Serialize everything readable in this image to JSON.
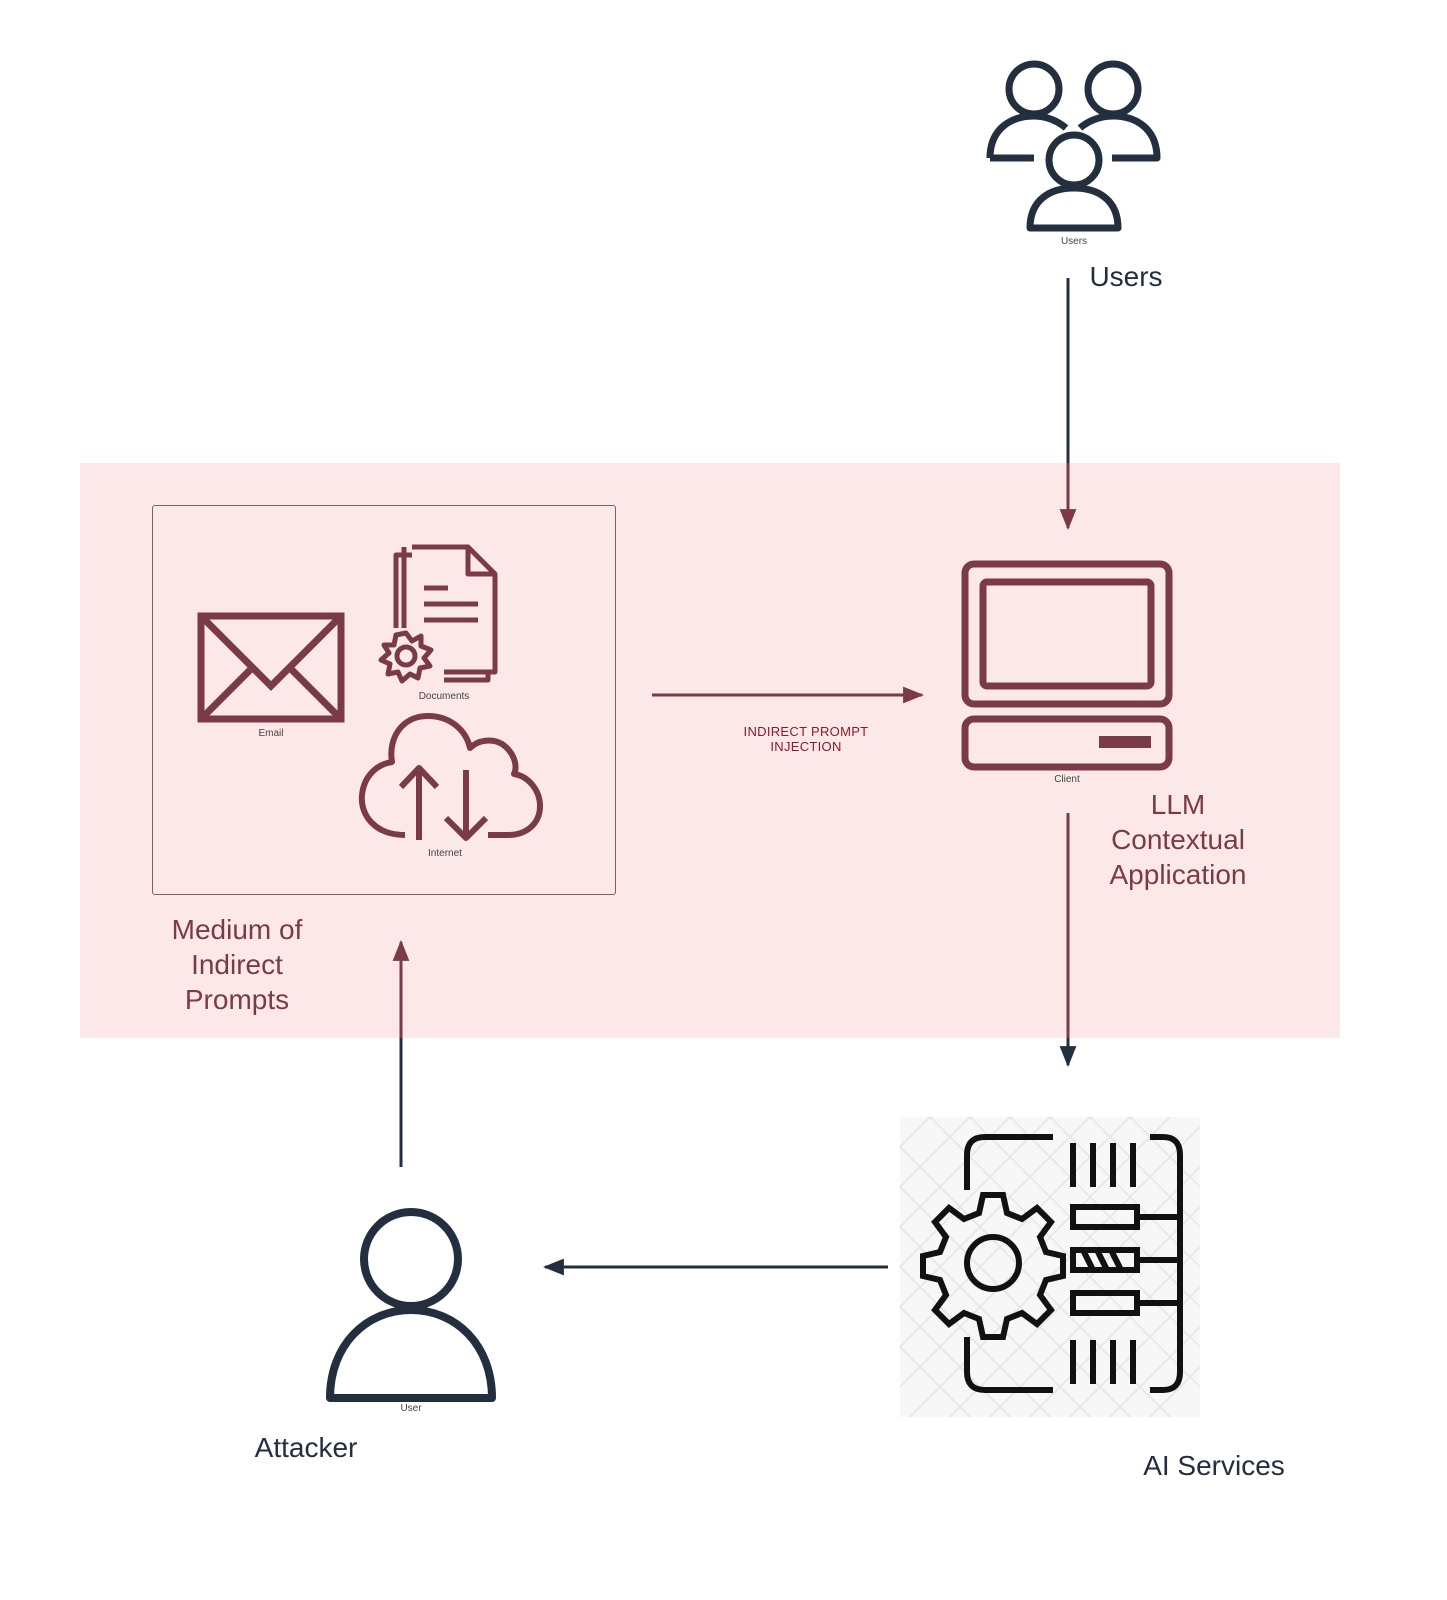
{
  "nodes": {
    "users": {
      "label": "Users",
      "icon_caption": "Users"
    },
    "medium": {
      "label": "Medium of\nIndirect\nPrompts",
      "items": [
        {
          "name": "email-icon",
          "caption": "Email"
        },
        {
          "name": "documents-icon",
          "caption": "Documents"
        },
        {
          "name": "internet-cloud-icon",
          "caption": "Internet"
        }
      ]
    },
    "client": {
      "label": "LLM\nContextual\nApplication",
      "icon_caption": "Client"
    },
    "ai_services": {
      "label": "AI Services"
    },
    "attacker": {
      "label": "Attacker",
      "icon_caption": "User"
    }
  },
  "edges": [
    {
      "from": "users",
      "to": "client",
      "label": ""
    },
    {
      "from": "medium",
      "to": "client",
      "label": "INDIRECT PROMPT\nINJECTION"
    },
    {
      "from": "client",
      "to": "ai_services",
      "label": ""
    },
    {
      "from": "ai_services",
      "to": "attacker",
      "label": ""
    },
    {
      "from": "attacker",
      "to": "medium",
      "label": ""
    }
  ],
  "colors": {
    "dark": "#232f3e",
    "maroon": "#7a3b46",
    "zone_fill": "#fde8e9",
    "edge_label": "#8b1a2a"
  }
}
